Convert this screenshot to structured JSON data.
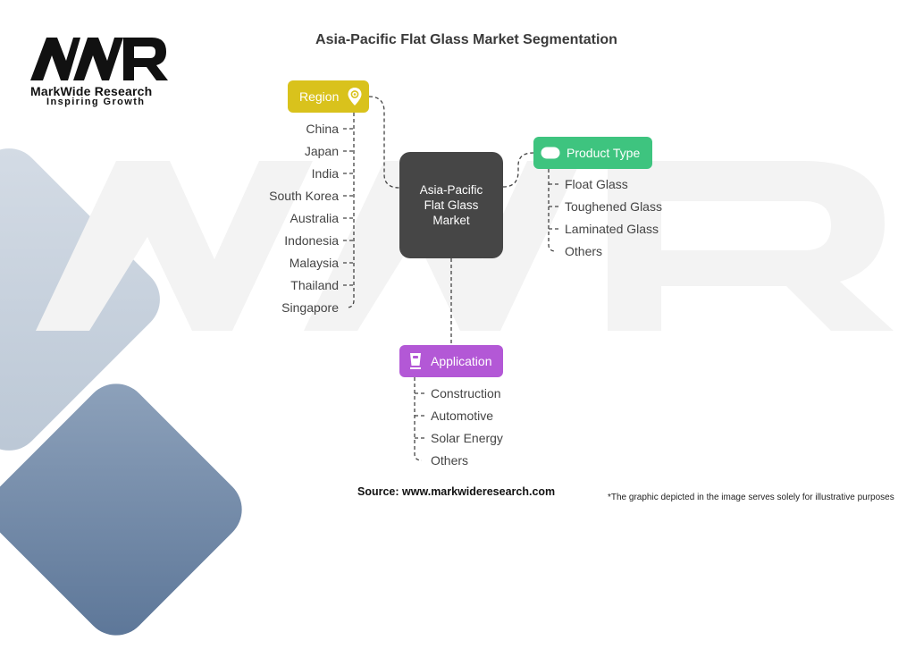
{
  "logo": {
    "mark": "MWR",
    "name": "MarkWide Research",
    "tagline": "Inspiring Growth"
  },
  "title": "Asia-Pacific Flat Glass Market Segmentation",
  "center": {
    "line1": "Asia-Pacific",
    "line2": "Flat Glass",
    "line3": "Market"
  },
  "categories": {
    "region": {
      "label": "Region",
      "icon": "location-gear-icon",
      "color": "#d9c21c",
      "items": [
        "China",
        "Japan",
        "India",
        "South Korea",
        "Australia",
        "Indonesia",
        "Malaysia",
        "Thailand",
        "Singapore"
      ]
    },
    "product_type": {
      "label": "Product Type",
      "icon": "pill-toggle-icon",
      "color": "#3ec47f",
      "items": [
        "Float Glass",
        "Toughened Glass",
        "Laminated Glass",
        "Others"
      ]
    },
    "application": {
      "label": "Application",
      "icon": "glass-cup-icon",
      "color": "#b358d6",
      "items": [
        "Construction",
        "Automotive",
        "Solar Energy",
        "Others"
      ]
    }
  },
  "footer": {
    "source": "Source: www.markwideresearch.com",
    "disclaimer": "*The graphic depicted in the image serves solely for illustrative purposes"
  }
}
